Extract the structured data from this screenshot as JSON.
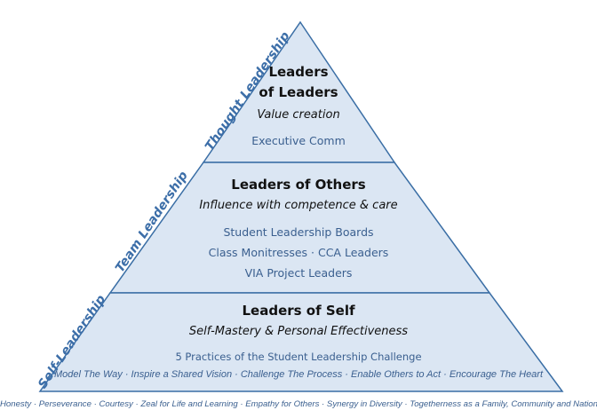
{
  "tiers": {
    "top": {
      "title_line1": "Leaders",
      "title_line2": "of Leaders",
      "subtitle": "Value creation",
      "items": [
        "Executive Comm"
      ]
    },
    "middle": {
      "title": "Leaders of Others",
      "subtitle": "Influence with competence & care",
      "items": [
        "Student Leadership Boards",
        "Class Monitresses · CCA Leaders",
        "VIA Project Leaders"
      ]
    },
    "bottom": {
      "title": "Leaders of Self",
      "subtitle": "Self-Mastery & Personal Effectiveness",
      "items": [
        "5 Practices of the Student Leadership Challenge"
      ],
      "practices": "Model The Way · Inspire a Shared Vision · Challenge The Process · Enable Others to Act · Encourage The Heart"
    }
  },
  "side_labels": {
    "thought": "Thought Leadership",
    "team": "Team Leadership",
    "self": "Self-Leadership"
  },
  "values_line": "Honesty · Perseverance · Courtesy · Zeal for Life and Learning · Empathy for Others · Synergy in Diversity · Togetherness as a Family, Community and Nation",
  "colors": {
    "fill": "#dbe6f3",
    "outline": "#3a6ea5",
    "label_blue": "#3c6ea8"
  }
}
